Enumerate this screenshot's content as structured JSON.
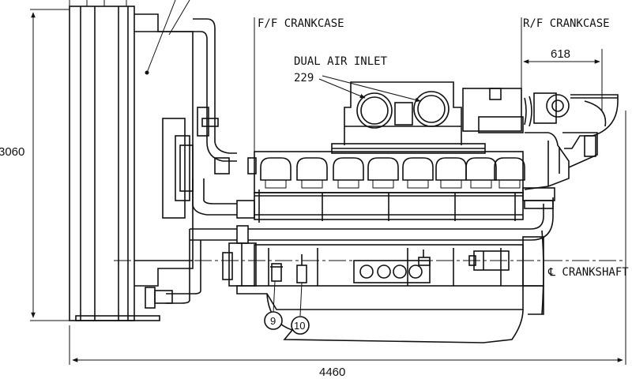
{
  "labels": {
    "ff_crankcase": "F/F CRANKCASE",
    "rf_crankcase": "R/F CRANKCASE",
    "dual_air_inlet": "DUAL AIR INLET",
    "air_inlet_size": "229",
    "crankshaft_centerline": "℄ CRANKSHAFT"
  },
  "dimensions": {
    "height": "3060",
    "length": "4460",
    "rear_overhang": "618"
  },
  "callouts": {
    "item_9": "9",
    "item_10": "10"
  }
}
